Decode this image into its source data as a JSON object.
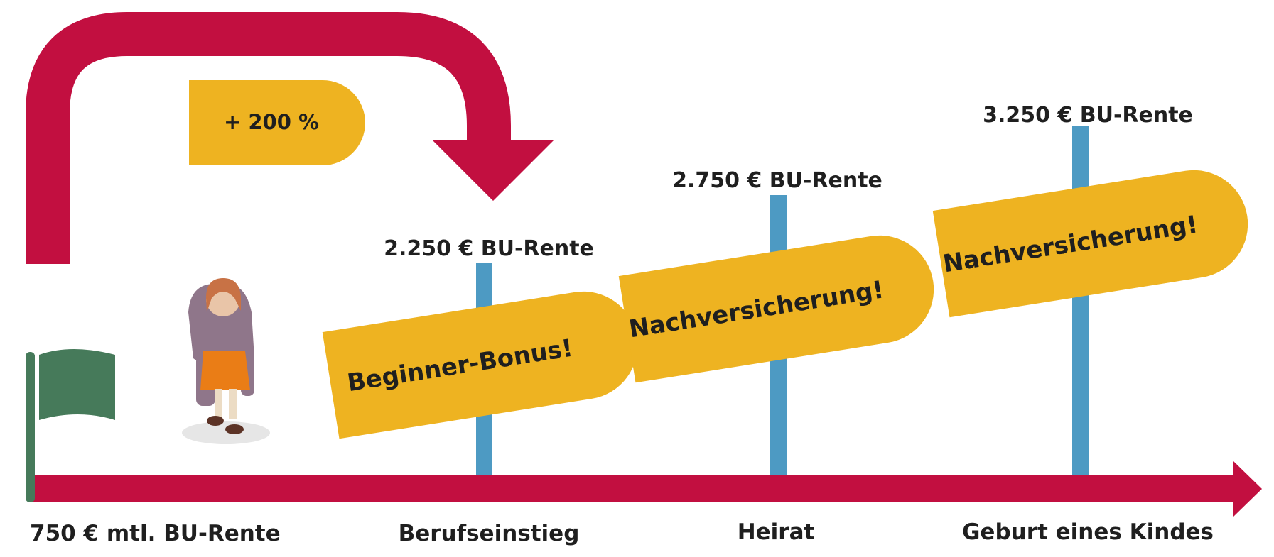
{
  "colors": {
    "arrow": "#c20f40",
    "badge": "#eeb321",
    "marker": "#4d9ac3",
    "flag": "#467a5a",
    "text": "#1f1f1f"
  },
  "icons": {
    "start": "green-flag-icon",
    "person": "schoolgirl-figure-icon"
  },
  "jump_badge": "+ 200 %",
  "start_label": "750 € mtl. BU-Rente",
  "milestones": [
    {
      "axis_label": "Berufseinstieg",
      "amount_label": "2.250 € BU-Rente",
      "badge_label": "Beginner-Bonus!"
    },
    {
      "axis_label": "Heirat",
      "amount_label": "2.750 € BU-Rente",
      "badge_label": "Nachversicherung!"
    },
    {
      "axis_label": "Geburt eines Kindes",
      "amount_label": "3.250 € BU-Rente",
      "badge_label": "Nachversicherung!"
    }
  ]
}
